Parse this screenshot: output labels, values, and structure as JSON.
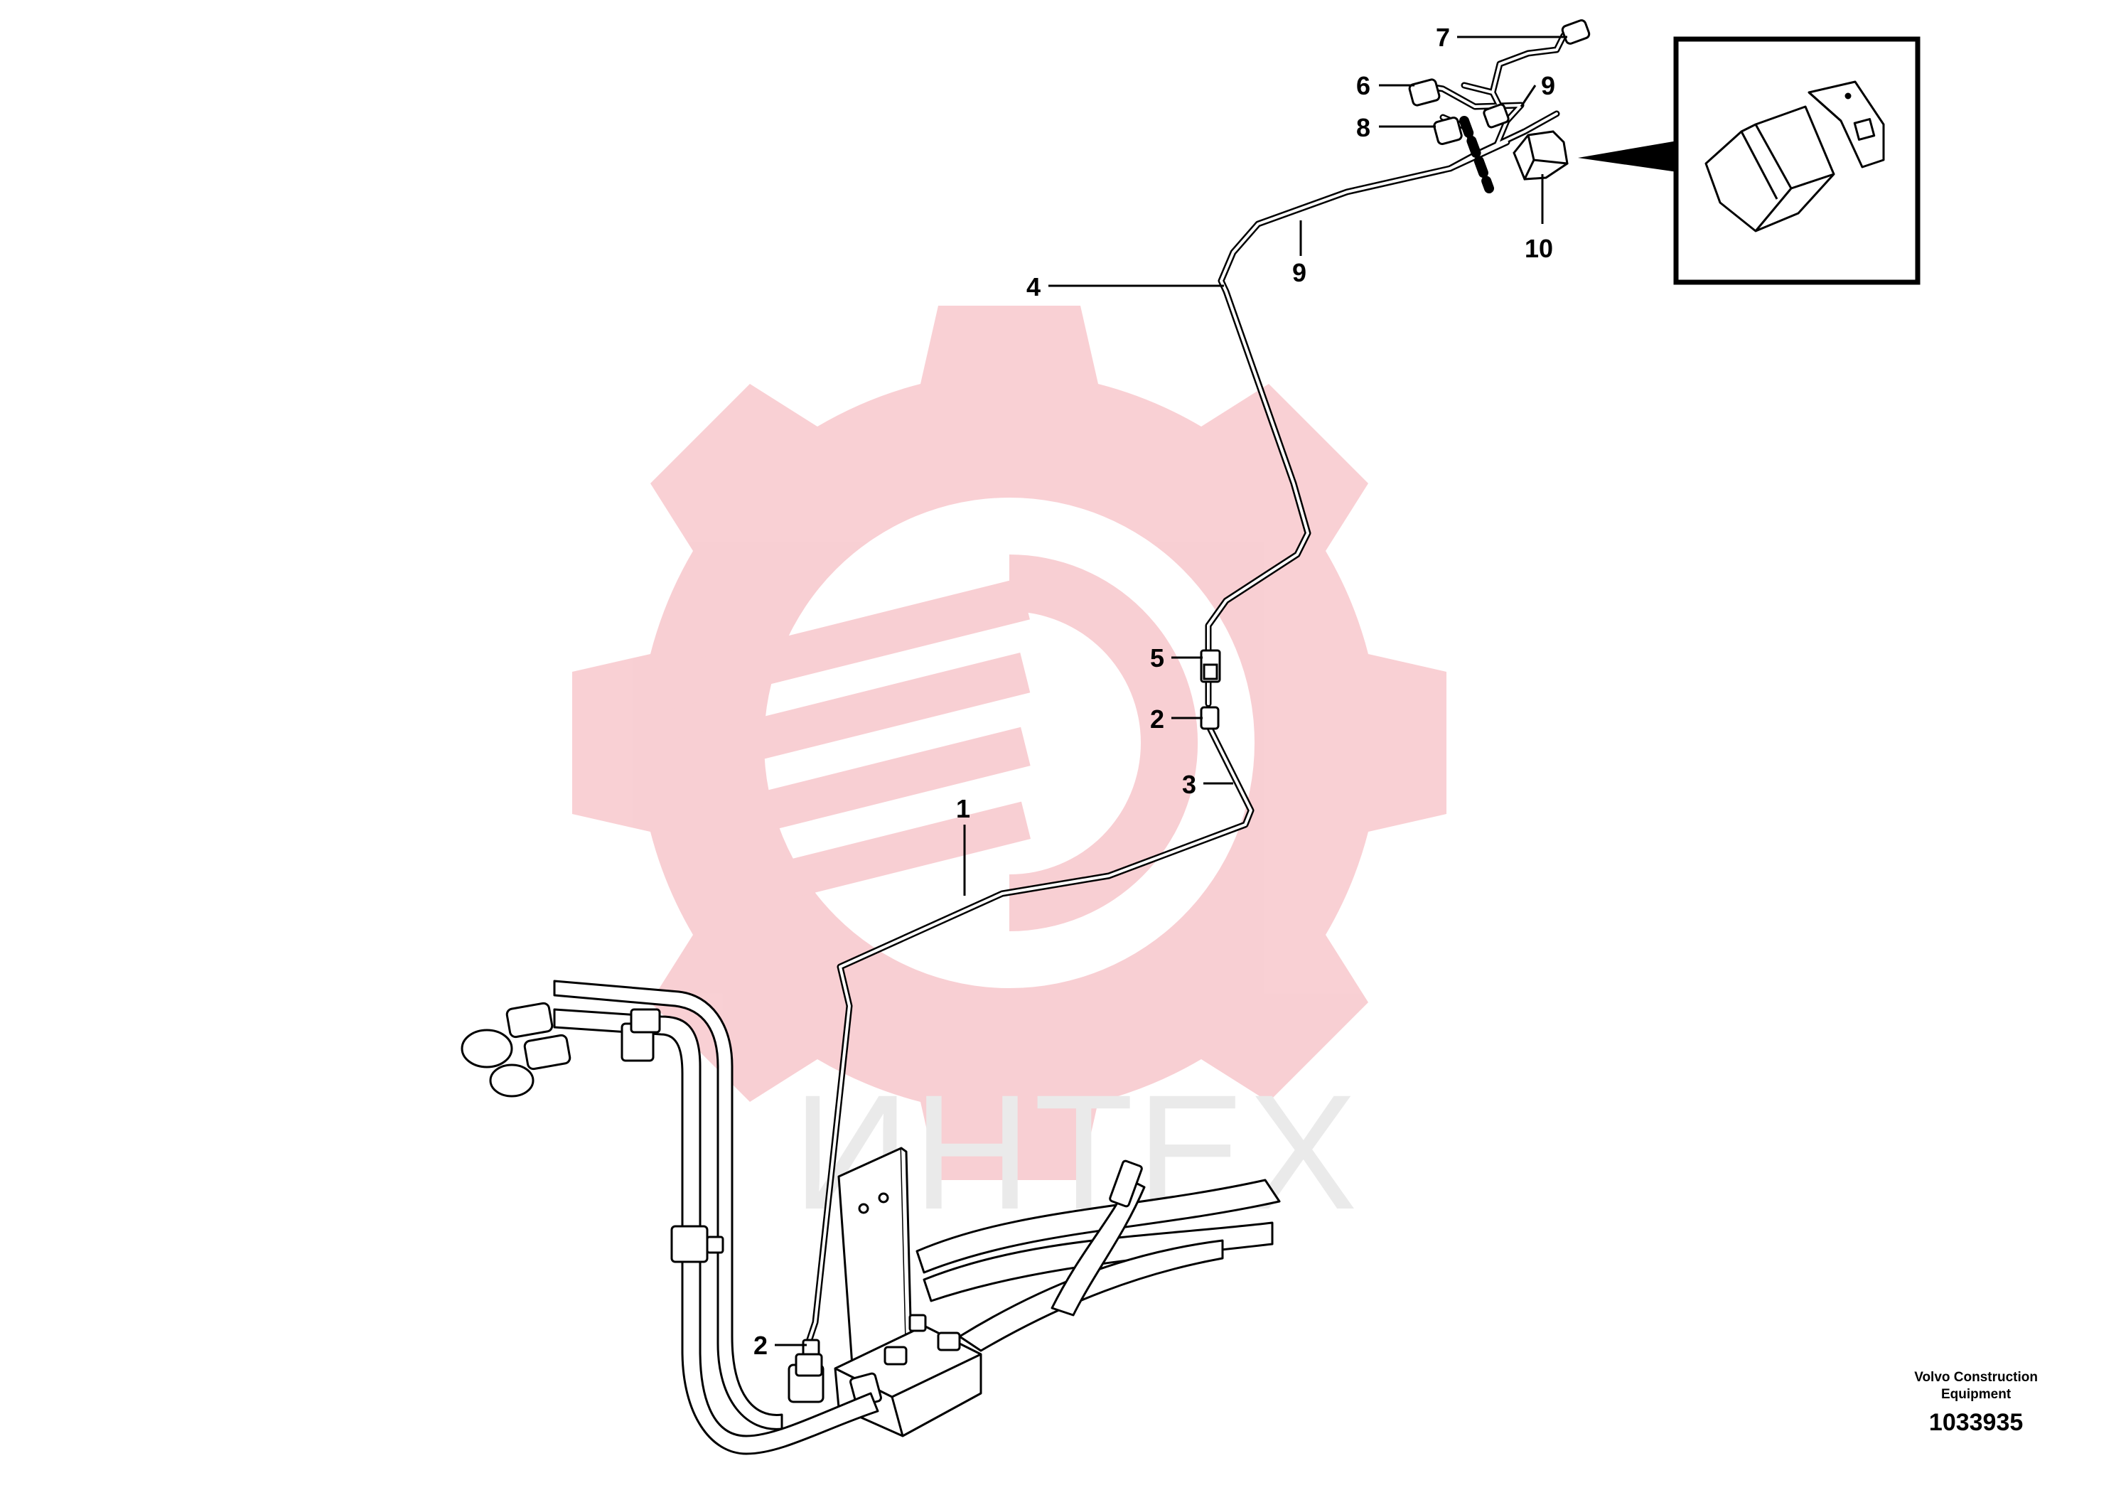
{
  "watermark": {
    "text": "ИНТЕХ",
    "gear_color": "#f7c9cd"
  },
  "callouts": [
    {
      "key": "c1",
      "text": "1"
    },
    {
      "key": "c2a",
      "text": "2"
    },
    {
      "key": "c2b",
      "text": "2"
    },
    {
      "key": "c3",
      "text": "3"
    },
    {
      "key": "c4",
      "text": "4"
    },
    {
      "key": "c5",
      "text": "5"
    },
    {
      "key": "c6",
      "text": "6"
    },
    {
      "key": "c7",
      "text": "7"
    },
    {
      "key": "c8",
      "text": "8"
    },
    {
      "key": "c9a",
      "text": "9"
    },
    {
      "key": "c9b",
      "text": "9"
    },
    {
      "key": "c10",
      "text": "10"
    }
  ],
  "footer": {
    "line1": "Volvo Construction",
    "line2": "Equipment",
    "drawing_number": "1033935"
  }
}
